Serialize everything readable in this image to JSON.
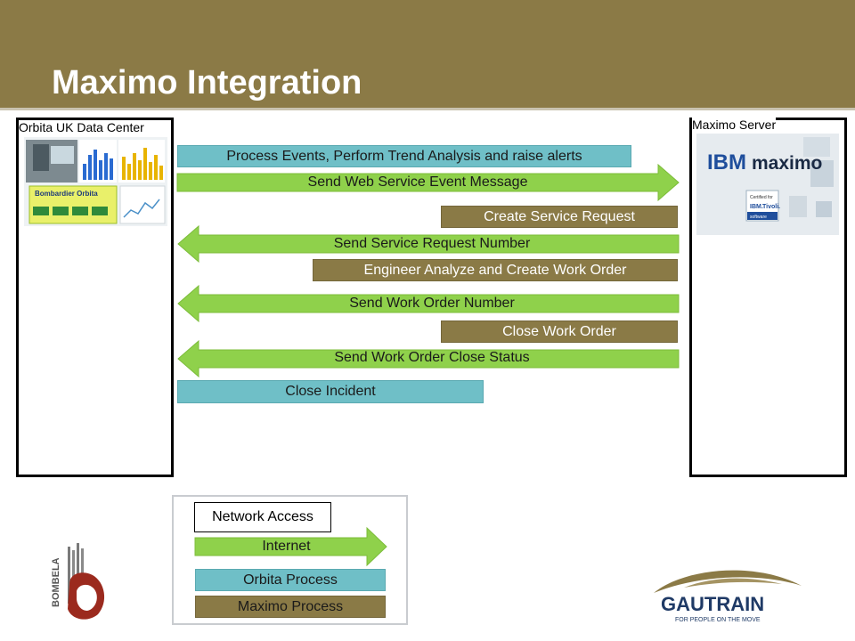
{
  "title": "Maximo Integration",
  "colors": {
    "band": "#8b7a46",
    "orbita": "#6fbfc7",
    "maximo": "#8a7a46",
    "internet": "#8fd14b"
  },
  "left_box": {
    "label": "Orbita UK Data Center",
    "image": {
      "brand": "Bombardier Orbita"
    }
  },
  "right_box": {
    "label": "Maximo Server",
    "image": {
      "brand_ibm": "IBM",
      "brand_product": "maximo",
      "certified": "Certified for",
      "ibm_small": "IBM.",
      "tivoli": "Tivoli.",
      "software": "software"
    }
  },
  "steps": [
    {
      "text": "Process Events, Perform Trend Analysis and raise alerts",
      "kind": "orbita-process"
    },
    {
      "text": "Send Web Service Event Message",
      "kind": "internet",
      "direction": "right"
    },
    {
      "text": "Create Service Request",
      "kind": "maximo-process"
    },
    {
      "text": "Send Service Request Number",
      "kind": "internet",
      "direction": "left"
    },
    {
      "text": "Engineer Analyze and Create Work Order",
      "kind": "maximo-process"
    },
    {
      "text": "Send Work Order Number",
      "kind": "internet",
      "direction": "left"
    },
    {
      "text": "Close Work Order",
      "kind": "maximo-process"
    },
    {
      "text": "Send Work Order Close Status",
      "kind": "internet",
      "direction": "left"
    },
    {
      "text": "Close Incident",
      "kind": "orbita-process"
    }
  ],
  "legend": {
    "network": "Network Access",
    "internet": "Internet",
    "orbita": "Orbita Process",
    "maximo": "Maximo Process"
  },
  "logos": {
    "left": "BOMBELA",
    "right_name": "GAUTRAIN",
    "right_tagline": "FOR PEOPLE ON THE MOVE"
  }
}
